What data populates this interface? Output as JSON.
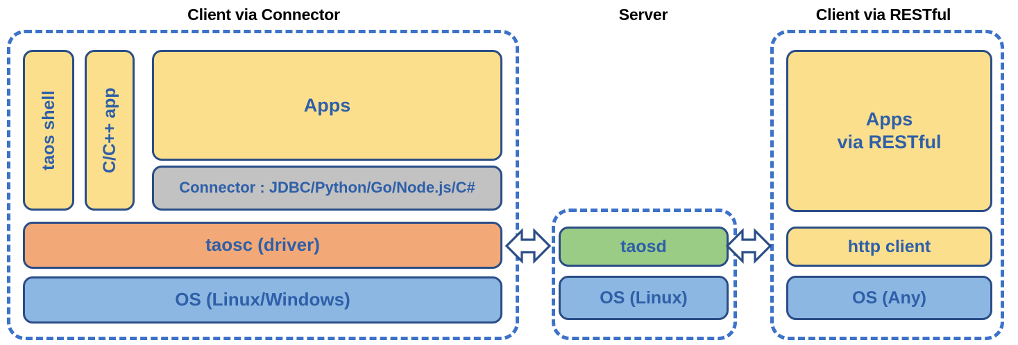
{
  "diagram": {
    "title_connector": "Client via Connector",
    "title_server": "Server",
    "title_restful": "Client via RESTful",
    "colors": {
      "dashed_border": "#3c72c8",
      "block_border": "#2a4d86",
      "text_blue": "#2e5fa8",
      "title_black": "#000000",
      "yellow": "#fcdf8d",
      "orange": "#f2a977",
      "blue": "#8cb7e2",
      "green": "#9bcc85",
      "gray": "#c2c2c2",
      "background": "#ffffff"
    }
  },
  "client_connector": {
    "taos_shell": "taos shell",
    "cpp_app": "C/C++ app",
    "apps": "Apps",
    "connector": "Connector : JDBC/Python/Go/Node.js/C#",
    "taosc": "taosc (driver)",
    "os": "OS (Linux/Windows)"
  },
  "server": {
    "taosd": "taosd",
    "os": "OS (Linux)"
  },
  "client_restful": {
    "apps_line1": "Apps",
    "apps_line2": "via RESTful",
    "http_client": "http client",
    "os": "OS (Any)"
  },
  "connectors": {
    "left_arrow": "double-headed-arrow",
    "right_arrow": "double-headed-arrow"
  }
}
